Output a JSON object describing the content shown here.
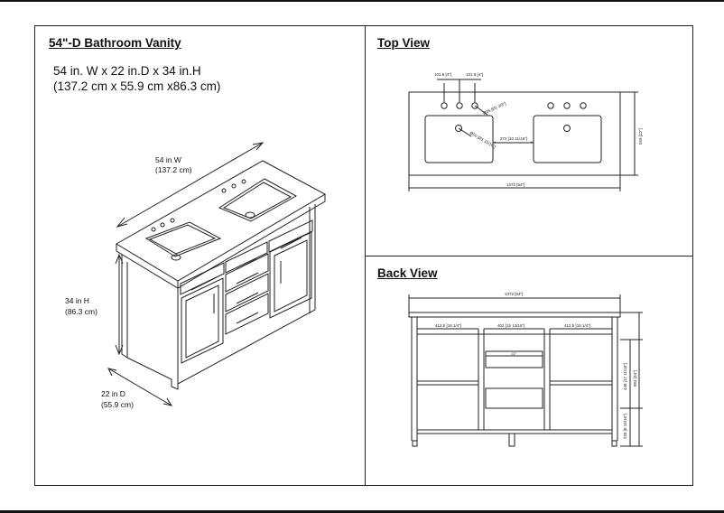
{
  "vanity": {
    "title": "54\"-D Bathroom Vanity",
    "dims_line1": "54 in. W x 22 in.D x 34 in.H",
    "dims_line2": "(137.2 cm x 55.9 cm x86.3 cm)",
    "width_label": "54 in W",
    "width_metric": "(137.2 cm)",
    "height_label": "34 in H",
    "height_metric": "(86.3 cm)",
    "depth_label": "22 in D",
    "depth_metric": "(55.9 cm)"
  },
  "top_view": {
    "title": "Top View",
    "hole_spacing_left": "101.6 [4\"]",
    "hole_spacing_right": "101.6 [4\"]",
    "hole_diameter": "Ø35 [Ø1 3/8\"]",
    "drain_diameter": "Ø50 [Ø1 15/16\"]",
    "center_gap": "272 [10 11/16\"]",
    "depth": "559 [22\"]",
    "width": "1372 [54\"]"
  },
  "back_view": {
    "title": "Back View",
    "overall_width": "1372 [54\"]",
    "left_opening": "412.5 [16 1/4\"]",
    "center_opening": "402 [15 13/16\"]",
    "right_opening": "412.5 [16 1/4\"]",
    "drawer_label": "1/2\"",
    "upper_height": "448 [17 11/16\"]",
    "total_height": "863 [34\"]",
    "lower_height": "228 [8 15/16\"]"
  }
}
